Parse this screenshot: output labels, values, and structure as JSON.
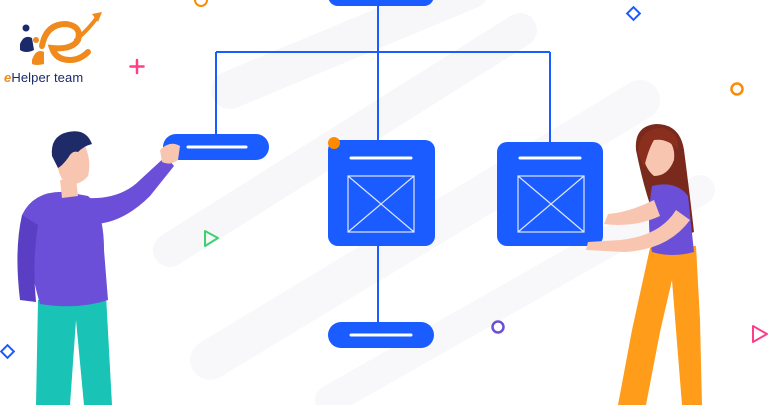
{
  "logo": {
    "prefix": "e",
    "text": "Helper team"
  },
  "colors": {
    "accent_blue": "#1a5cff",
    "line_blue": "#1a5cff",
    "logo_orange": "#f08a1d",
    "logo_navy": "#1b2a6b",
    "deco_pink": "#ff3e8a",
    "deco_green": "#3fd16f",
    "deco_orange": "#ff8a00",
    "deco_blue": "#1a5cff",
    "deco_purple": "#6b4fd8"
  },
  "illustration": {
    "nodes": [
      "top-node",
      "left-node",
      "center-image-node",
      "right-image-node",
      "bottom-node"
    ],
    "icons": [
      "image-placeholder-icon",
      "image-placeholder-icon"
    ]
  }
}
